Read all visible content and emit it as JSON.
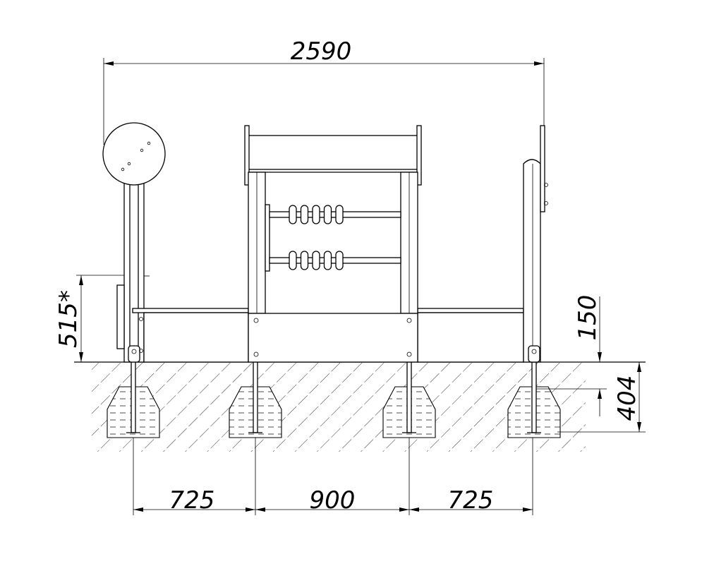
{
  "dimensions": {
    "overall_width": "2590",
    "sign_height": "515*",
    "platform_height": "150",
    "footing_depth": "404",
    "span_left": "725",
    "span_middle": "900",
    "span_right": "725"
  }
}
